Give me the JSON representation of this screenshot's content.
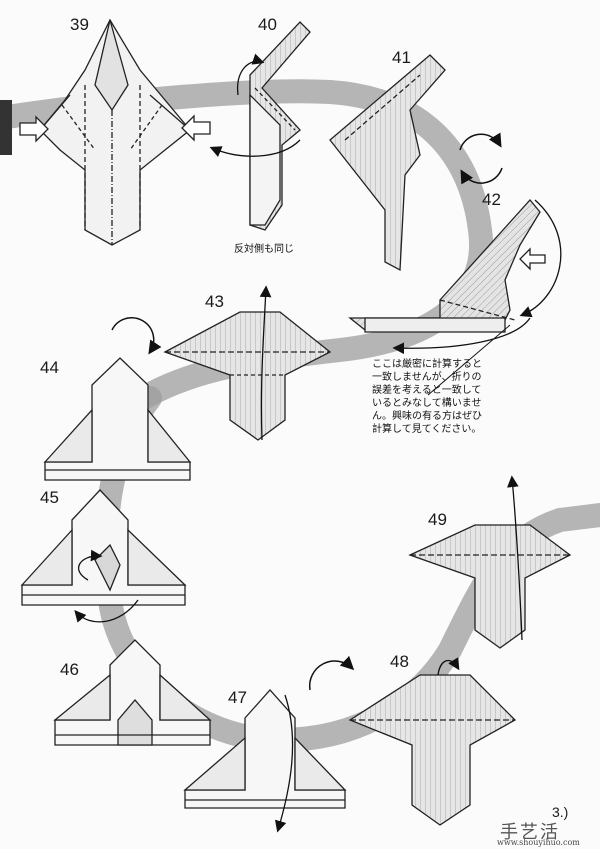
{
  "steps": [
    {
      "id": "39",
      "label": "39"
    },
    {
      "id": "40",
      "label": "40"
    },
    {
      "id": "41",
      "label": "41"
    },
    {
      "id": "42",
      "label": "42"
    },
    {
      "id": "43",
      "label": "43"
    },
    {
      "id": "44",
      "label": "44"
    },
    {
      "id": "45",
      "label": "45"
    },
    {
      "id": "46",
      "label": "46"
    },
    {
      "id": "47",
      "label": "47"
    },
    {
      "id": "48",
      "label": "48"
    },
    {
      "id": "49",
      "label": "49"
    }
  ],
  "annotations": {
    "opposite_side": "反対側も同じ",
    "calculation_note": [
      "ここは厳密に計算すると",
      "一致しませんが、折りの",
      "誤差を考えると一致して",
      "いるとみなして構いませ",
      "ん。興味の有る方はぜひ",
      "計算して見てください。"
    ]
  },
  "page_number": "3.)",
  "watermark": {
    "logo": "手艺活",
    "url": "www.shouyihuo.com"
  }
}
